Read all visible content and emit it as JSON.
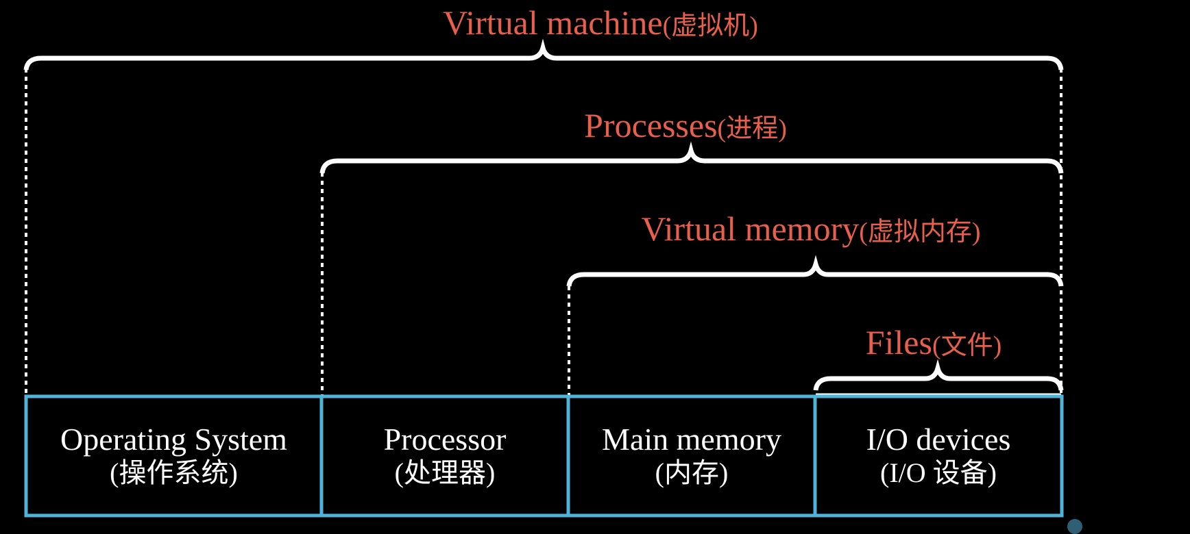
{
  "colors": {
    "background": "#000000",
    "label": "#e8604c",
    "box_border": "#4fb4d8",
    "brace": "#ffffff",
    "text": "#ffffff"
  },
  "abstractions": [
    {
      "id": "virtual-machine",
      "label_en": "Virtual machine",
      "label_cn": "(虚拟机)",
      "spans": [
        "operating-system",
        "processor",
        "main-memory",
        "io-devices"
      ]
    },
    {
      "id": "processes",
      "label_en": "Processes",
      "label_cn": "(进程)",
      "spans": [
        "processor",
        "main-memory",
        "io-devices"
      ]
    },
    {
      "id": "virtual-memory",
      "label_en": "Virtual memory",
      "label_cn": "(虚拟内存)",
      "spans": [
        "main-memory",
        "io-devices"
      ]
    },
    {
      "id": "files",
      "label_en": "Files",
      "label_cn": "(文件)",
      "spans": [
        "io-devices"
      ]
    }
  ],
  "components": [
    {
      "id": "operating-system",
      "label_en": "Operating System",
      "label_cn": "(操作系统)"
    },
    {
      "id": "processor",
      "label_en": "Processor",
      "label_cn": "(处理器)"
    },
    {
      "id": "main-memory",
      "label_en": "Main memory",
      "label_cn": "(内存)"
    },
    {
      "id": "io-devices",
      "label_en": "I/O devices",
      "label_cn": "(I/O 设备)"
    }
  ]
}
